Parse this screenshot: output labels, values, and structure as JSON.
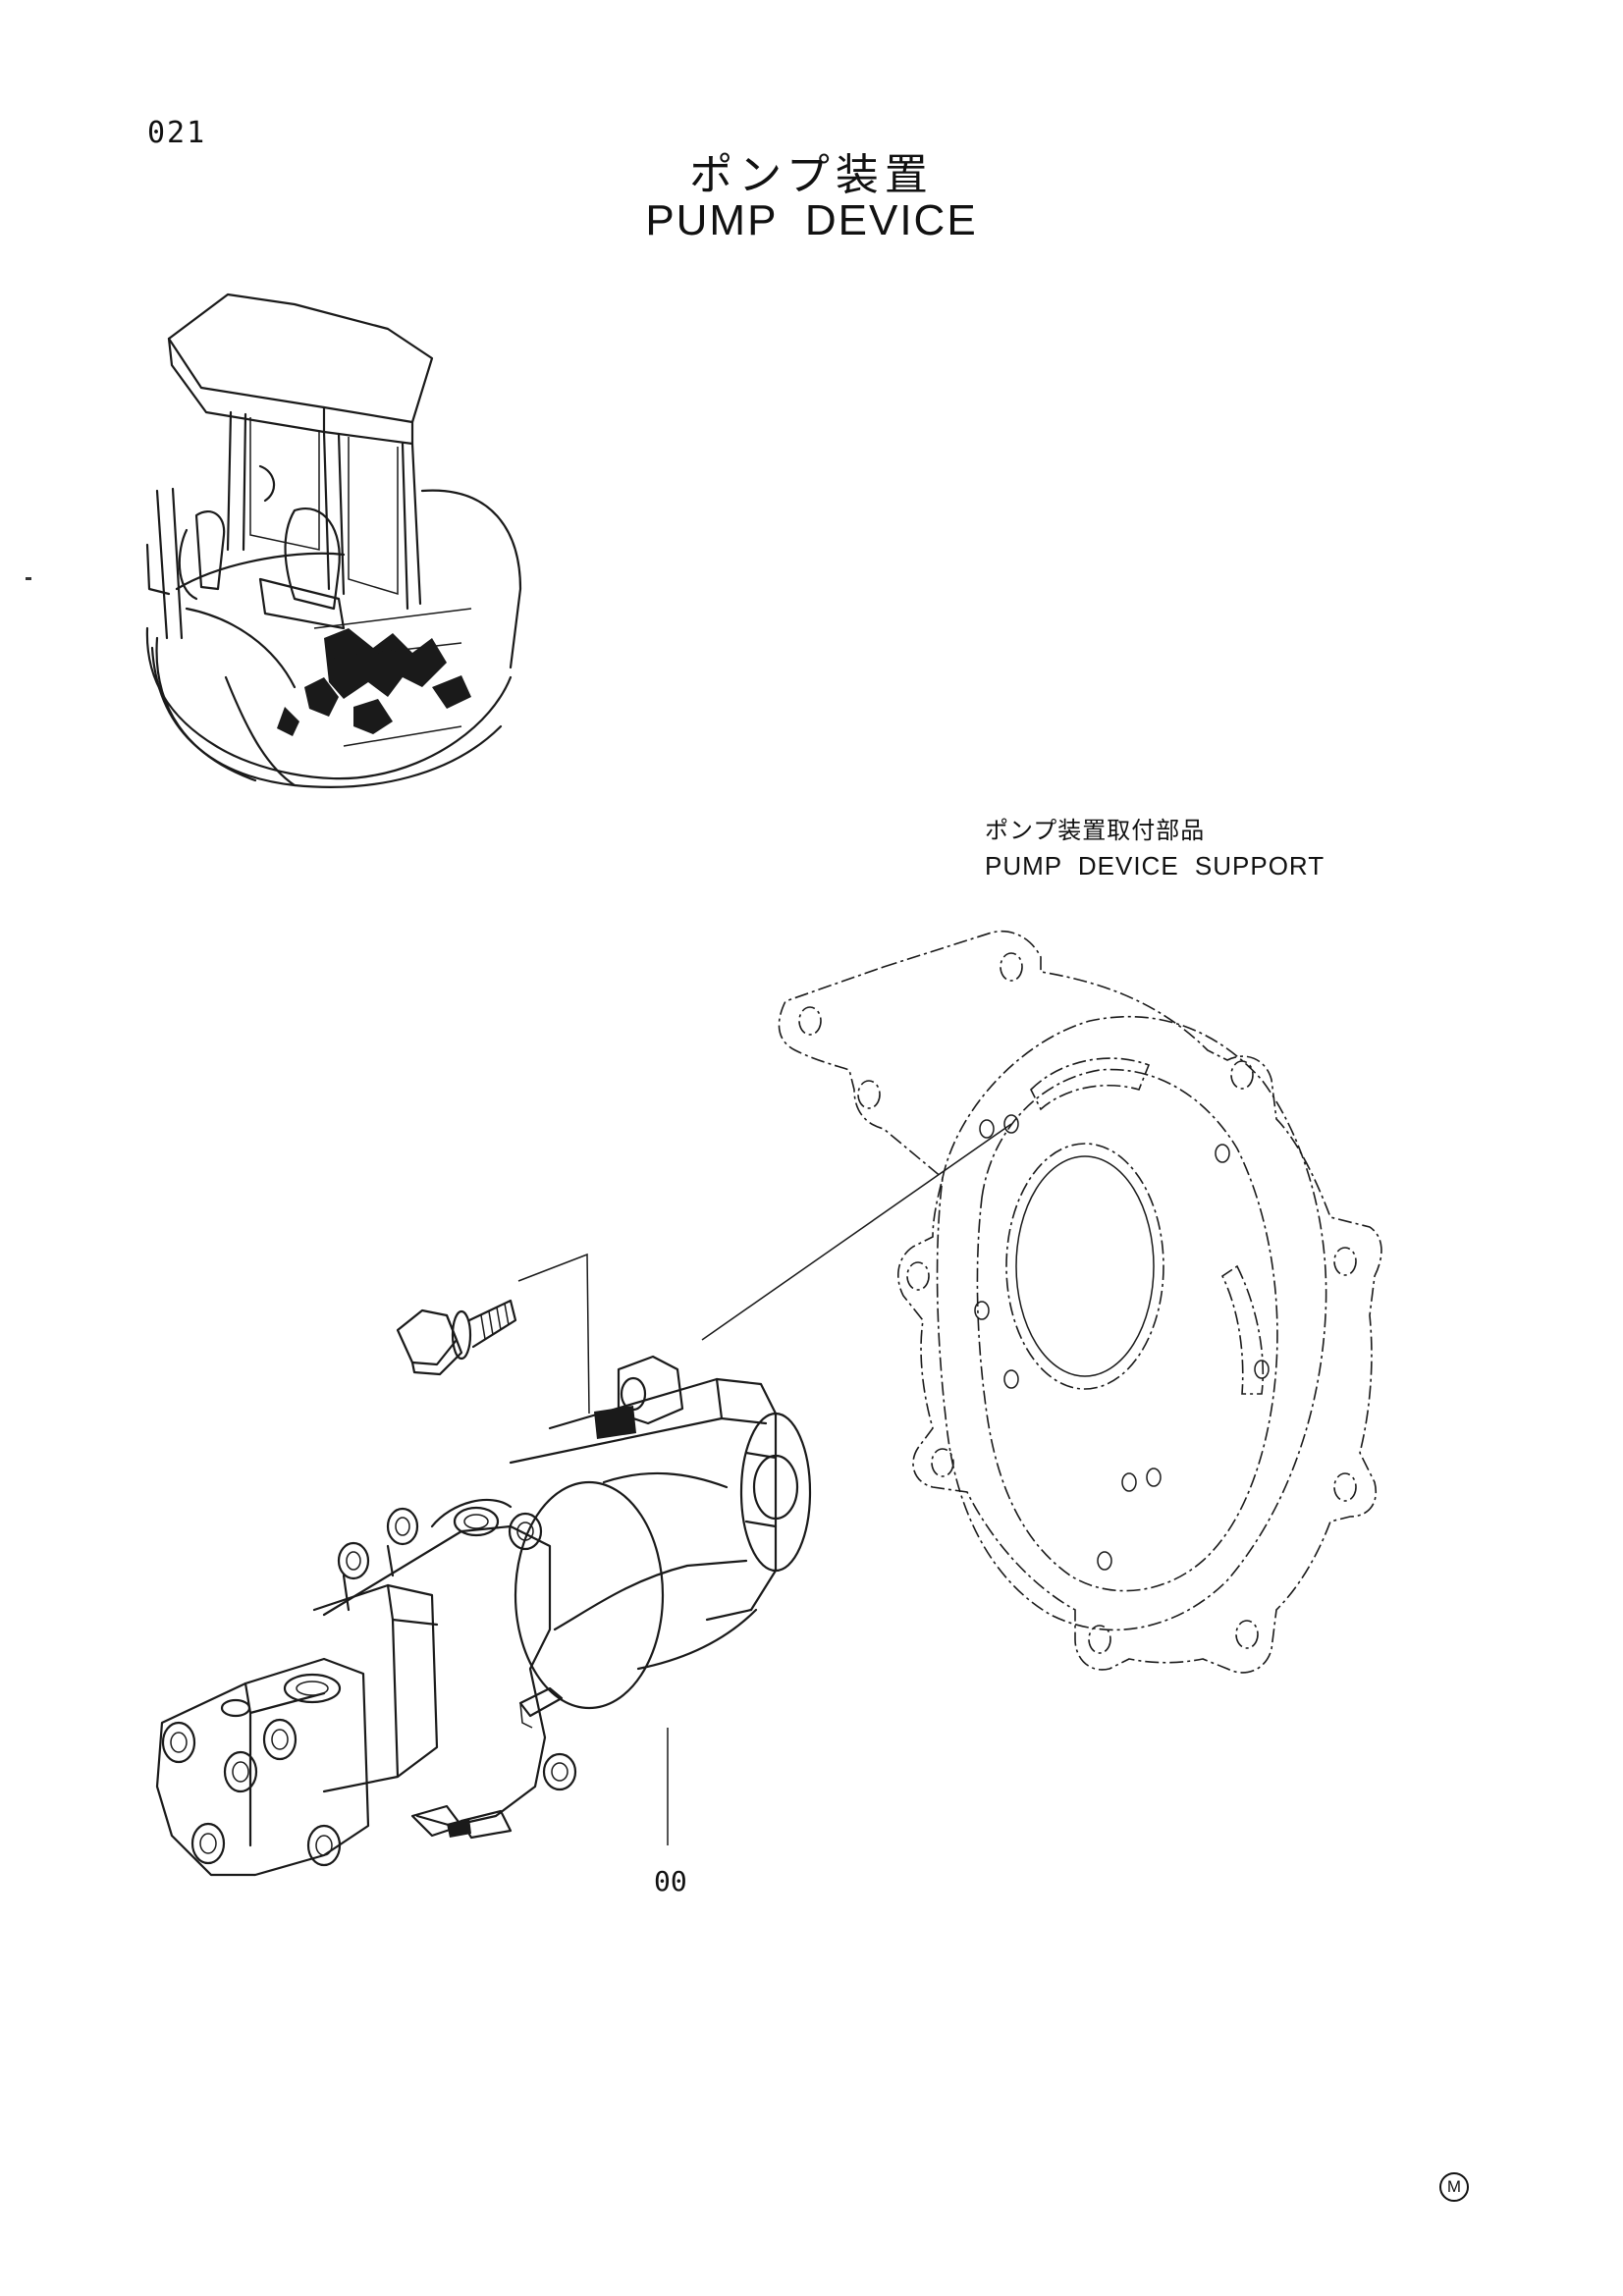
{
  "page": {
    "number": "021",
    "title_jp": "ポンプ装置",
    "title_en": "PUMP DEVICE"
  },
  "labels": {
    "support_jp": "ポンプ装置取付部品",
    "support_en": "PUMP DEVICE SUPPORT",
    "part_callout": "00",
    "corner_mark": "M"
  },
  "icons": {
    "excavator": "excavator-overview-illustration",
    "pump": "hydraulic-pump-assembly",
    "support": "pump-mounting-flange-plate",
    "bolt": "hex-flange-bolt"
  }
}
